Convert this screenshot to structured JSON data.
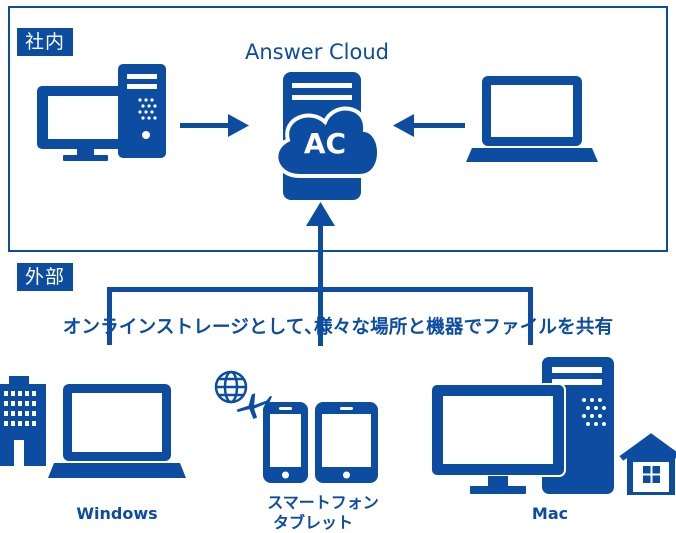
{
  "internal_label": "社内",
  "external_label": "外部",
  "cloud": {
    "title": "Answer Cloud",
    "logo_text": "AC"
  },
  "banner": "オンラインストレージとして､様々な場所と機器でファイルを共有",
  "devices": {
    "windows": "Windows",
    "mobile_line1": "スマートフォン",
    "mobile_line2": "タブレット",
    "mac": "Mac"
  },
  "colors": {
    "primary": "#0c4da2",
    "background": "#ffffff"
  }
}
